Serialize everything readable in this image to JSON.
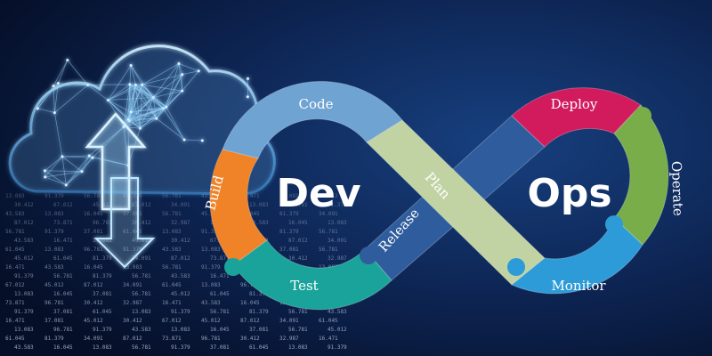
{
  "diagram": {
    "center_labels": {
      "dev": "Dev",
      "ops": "Ops"
    },
    "segments": [
      {
        "id": "code",
        "label": "Code",
        "color": "#6ea3d2"
      },
      {
        "id": "build",
        "label": "Build",
        "color": "#f08227"
      },
      {
        "id": "test",
        "label": "Test",
        "color": "#1aa39a"
      },
      {
        "id": "release",
        "label": "Release",
        "color": "#2f5c9c"
      },
      {
        "id": "plan",
        "label": "Plan",
        "color": "#c1d3a3"
      },
      {
        "id": "deploy",
        "label": "Deploy",
        "color": "#d11b5c"
      },
      {
        "id": "operate",
        "label": "Operate",
        "color": "#79ad4a"
      },
      {
        "id": "monitor",
        "label": "Monitor",
        "color": "#2d9bd8"
      }
    ]
  },
  "background": {
    "colors": {
      "deep": "#06122d",
      "mid": "#123066",
      "glow": "#9ad8ff"
    },
    "grid_numbers": [
      "13.083",
      "91.379",
      "56.781",
      "81.379",
      "56.781",
      "43.583",
      "16.471",
      "37.081",
      "45.012",
      "30.412",
      "67.012",
      "45.012",
      "87.012",
      "34.091",
      "61.045",
      "13.083",
      "96.781",
      "91.379",
      "43.583",
      "13.083",
      "16.045",
      "37.081",
      "56.781",
      "45.012",
      "61.045",
      "81.379",
      "34.091",
      "87.012",
      "73.871",
      "96.781",
      "30.412",
      "32.987",
      "16.471",
      "43.583",
      "16.045",
      "13.083",
      "56.781",
      "91.379",
      "37.081",
      "61.045"
    ]
  }
}
